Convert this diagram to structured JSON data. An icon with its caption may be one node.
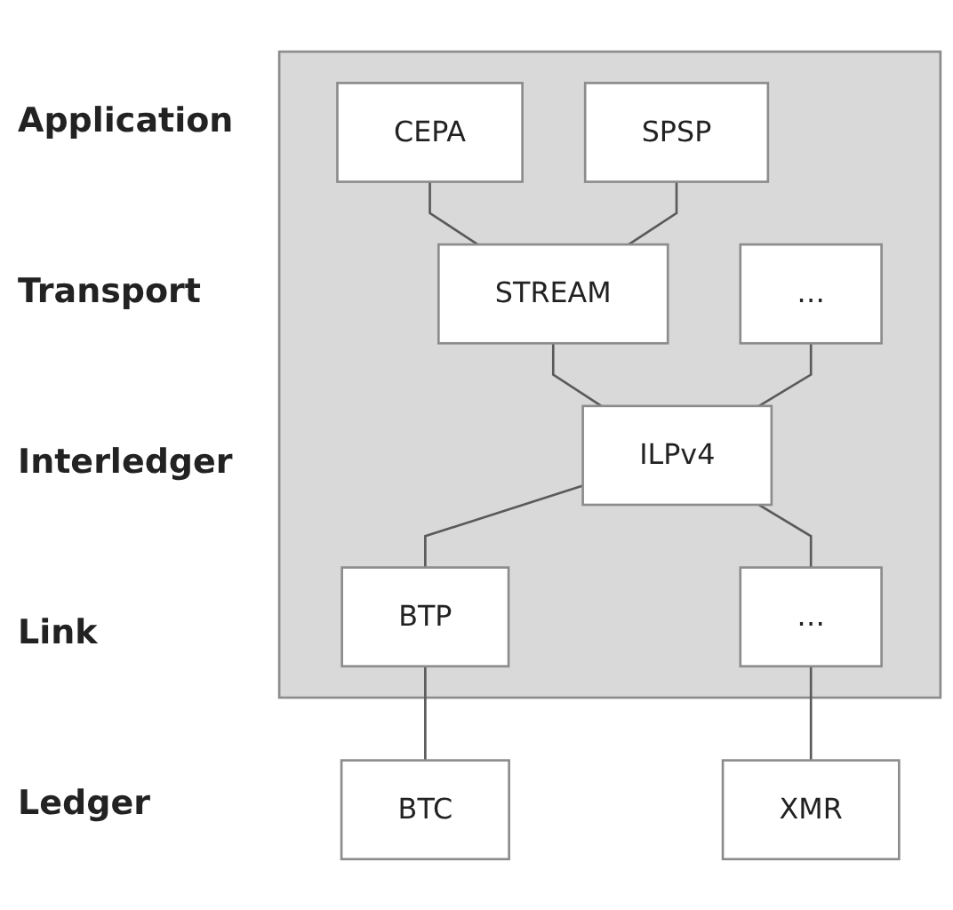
{
  "diagram": {
    "nodes": [
      {
        "text": [],
        "shape": "box"
      },
      {
        "text": [
          "CEPA"
        ],
        "in": 0
      },
      {
        "text": [
          "SPSP"
        ],
        "in": 0
      },
      {
        "text": [
          "STREAM"
        ],
        "in": 0
      },
      {
        "text": [
          "…"
        ],
        "in": 0
      },
      {
        "text": [
          "ILPv4"
        ],
        "in": 0
      },
      {
        "text": [
          "BTP"
        ],
        "in": 0
      },
      {
        "text": [
          "…"
        ],
        "in": 0
      },
      {
        "text": [
          "BTC"
        ]
      },
      {
        "text": [
          "XMR"
        ]
      }
    ],
    "edges": [
      {
        "from": 1,
        "to": 3,
        "arrow": "none"
      },
      {
        "from": 2,
        "to": 3,
        "arrow": "none"
      },
      {
        "from": 3,
        "to": 5,
        "arrow": "none"
      },
      {
        "from": 4,
        "to": 5,
        "arrow": "none"
      },
      {
        "from": 5,
        "to": 6,
        "arrow": "none"
      },
      {
        "from": 5,
        "to": 7,
        "arrow": "none"
      },
      {
        "from": 6,
        "to": 8,
        "arrow": "none"
      },
      {
        "from": 7,
        "to": 9,
        "arrow": "none"
      }
    ],
    "labels": [
      "Application",
      "Transport",
      "Interledger",
      "Link",
      "Ledger"
    ]
  }
}
